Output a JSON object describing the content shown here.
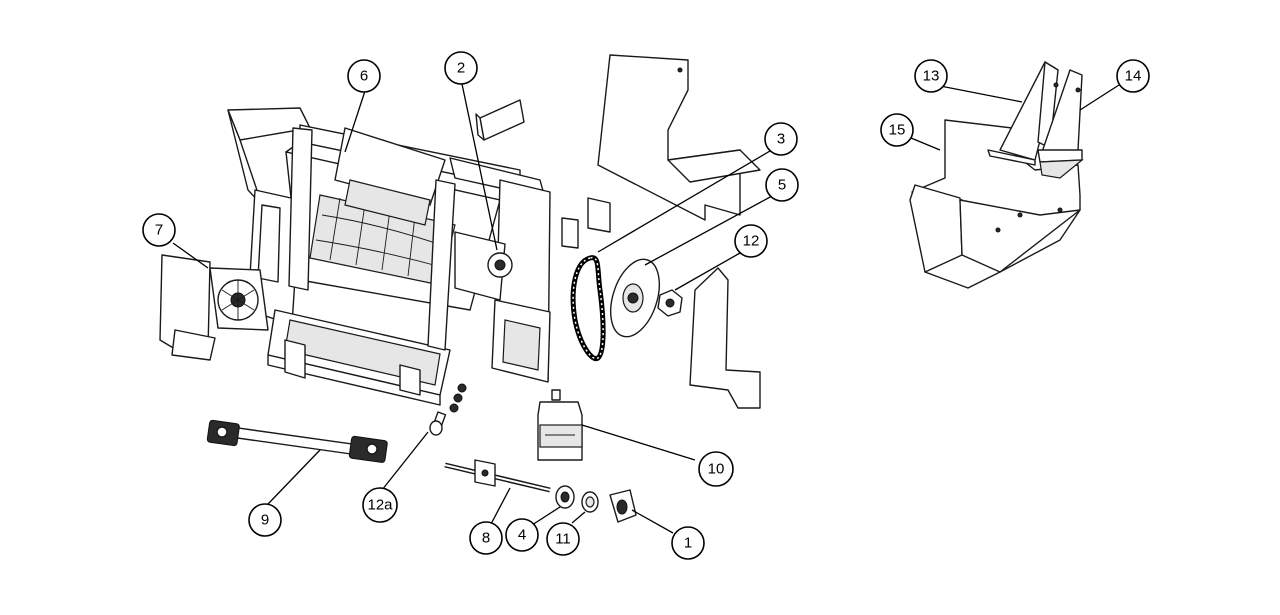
{
  "callouts": [
    {
      "id": "c1",
      "label": "1"
    },
    {
      "id": "c2",
      "label": "2"
    },
    {
      "id": "c3",
      "label": "3"
    },
    {
      "id": "c4",
      "label": "4"
    },
    {
      "id": "c5",
      "label": "5"
    },
    {
      "id": "c6",
      "label": "6"
    },
    {
      "id": "c7",
      "label": "7"
    },
    {
      "id": "c8",
      "label": "8"
    },
    {
      "id": "c9",
      "label": "9"
    },
    {
      "id": "c10",
      "label": "10"
    },
    {
      "id": "c11",
      "label": "11"
    },
    {
      "id": "c12",
      "label": "12"
    },
    {
      "id": "c12a",
      "label": "12a"
    },
    {
      "id": "c13",
      "label": "13"
    },
    {
      "id": "c14",
      "label": "14"
    },
    {
      "id": "c15",
      "label": "15"
    }
  ]
}
